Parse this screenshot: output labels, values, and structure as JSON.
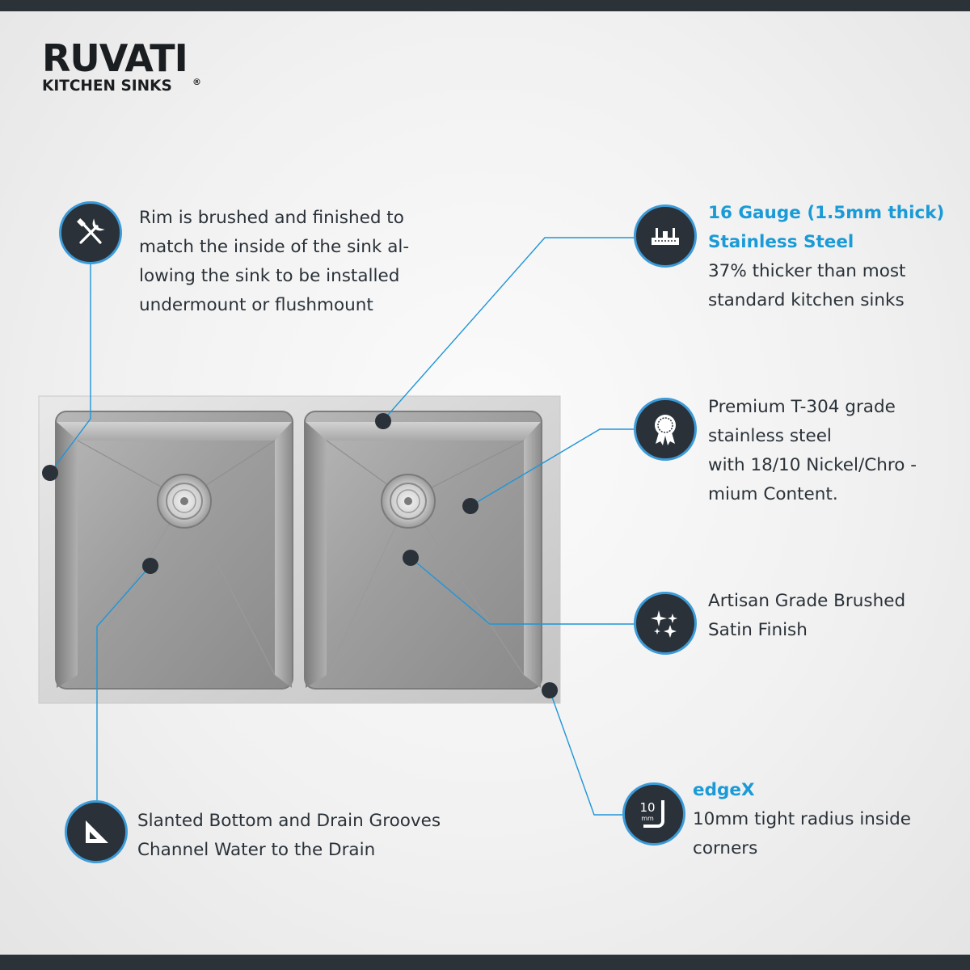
{
  "brand": {
    "name": "RUVATI",
    "registered": "®",
    "subtitle": "KITCHEN SINKS"
  },
  "colors": {
    "accent": "#3b9bd9",
    "highlight": "#1a9ad6",
    "dark": "#2a3138",
    "leader": "#1e96d8"
  },
  "features": {
    "rim": {
      "icon": "tools-icon",
      "lines": [
        "Rim is brushed and finished to",
        "match the inside of the sink al-",
        "lowing the sink to be installed",
        "undermount or flushmount"
      ]
    },
    "gauge": {
      "icon": "ruler-icon",
      "highlight_lines": [
        "16 Gauge (1.5mm thick)",
        "Stainless Steel"
      ],
      "lines": [
        "37% thicker than most",
        "standard kitchen sinks"
      ]
    },
    "steel": {
      "icon": "award-ribbon-icon",
      "lines": [
        "Premium T-304 grade",
        "stainless steel",
        "with 18/10 Nickel/Chro -",
        "mium Content."
      ]
    },
    "finish": {
      "icon": "sparkle-icon",
      "lines": [
        "Artisan Grade Brushed",
        "Satin Finish"
      ]
    },
    "edge": {
      "icon": "corner-radius-icon",
      "icon_text_top": "10",
      "icon_text_bottom": "mm",
      "highlight_lines": [
        "edgeX"
      ],
      "lines": [
        "10mm tight radius inside",
        "corners"
      ]
    },
    "bottom": {
      "icon": "slanted-bottom-icon",
      "lines": [
        "Slanted Bottom and Drain Grooves",
        "Channel Water to the Drain"
      ]
    }
  }
}
